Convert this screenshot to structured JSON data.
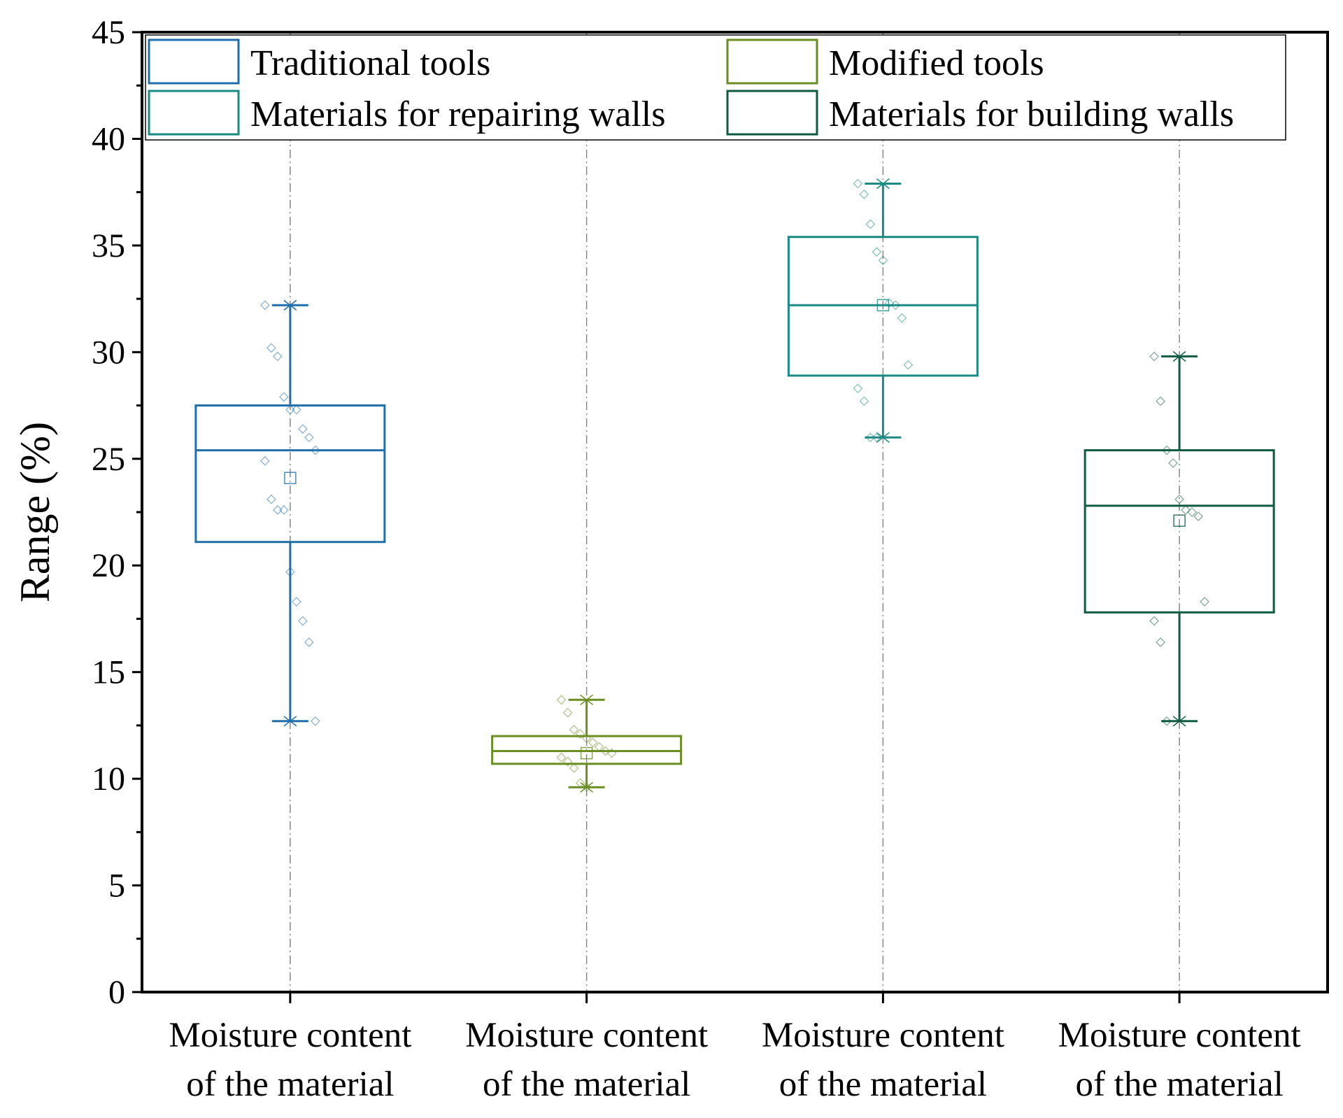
{
  "chart_data": {
    "type": "box",
    "ylabel": "Range (%)",
    "xlabel": "",
    "ylim": [
      0,
      45
    ],
    "yticks": [
      0,
      5,
      10,
      15,
      20,
      25,
      30,
      35,
      40,
      45
    ],
    "ytick_labels": [
      "0",
      "5",
      "10",
      "15",
      "20",
      "25",
      "30",
      "35",
      "40",
      "45"
    ],
    "grid": "vertical dash-dot line at each category",
    "legend_placement": "top, two columns",
    "categories": [
      "Moisture content of the material",
      "Moisture content of the material",
      "Moisture content of the material",
      "Moisture content of the material"
    ],
    "category_label_lines": [
      [
        "Moisture content",
        "of the material"
      ],
      [
        "Moisture content",
        "of the material"
      ],
      [
        "Moisture content",
        "of the material"
      ],
      [
        "Moisture content",
        "of the material"
      ]
    ],
    "series": [
      {
        "name": "Traditional tools",
        "color": "#1f6fad",
        "min": 12.7,
        "q1": 21.1,
        "median": 25.4,
        "q3": 27.5,
        "max": 32.2,
        "mean": 24.1,
        "points": [
          32.2,
          30.2,
          29.8,
          27.9,
          27.3,
          27.3,
          26.4,
          26.0,
          25.4,
          24.9,
          23.1,
          22.6,
          22.6,
          19.7,
          18.3,
          17.4,
          16.4,
          12.7
        ]
      },
      {
        "name": "Modified tools",
        "color": "#6b8e23",
        "min": 9.6,
        "q1": 10.7,
        "median": 11.3,
        "q3": 12.0,
        "max": 13.7,
        "mean": 11.2,
        "points": [
          13.7,
          13.1,
          12.3,
          12.1,
          11.9,
          11.7,
          11.5,
          11.3,
          11.2,
          11.0,
          10.8,
          10.5,
          9.8,
          9.6
        ]
      },
      {
        "name": "Materials for repairing walls",
        "color": "#1a8a84",
        "min": 26.0,
        "q1": 28.9,
        "median": 32.2,
        "q3": 35.4,
        "max": 37.9,
        "mean": 32.2,
        "points": [
          37.9,
          37.4,
          36.0,
          34.7,
          34.3,
          32.3,
          32.2,
          31.6,
          29.4,
          28.3,
          27.7,
          26.0,
          26.0
        ]
      },
      {
        "name": "Materials for building walls",
        "color": "#0e5a42",
        "min": 12.7,
        "q1": 17.8,
        "median": 22.8,
        "q3": 25.4,
        "max": 29.8,
        "mean": 22.1,
        "points": [
          29.8,
          27.7,
          25.4,
          24.8,
          23.1,
          22.6,
          22.5,
          22.3,
          18.3,
          17.4,
          16.4,
          12.7
        ]
      }
    ]
  }
}
